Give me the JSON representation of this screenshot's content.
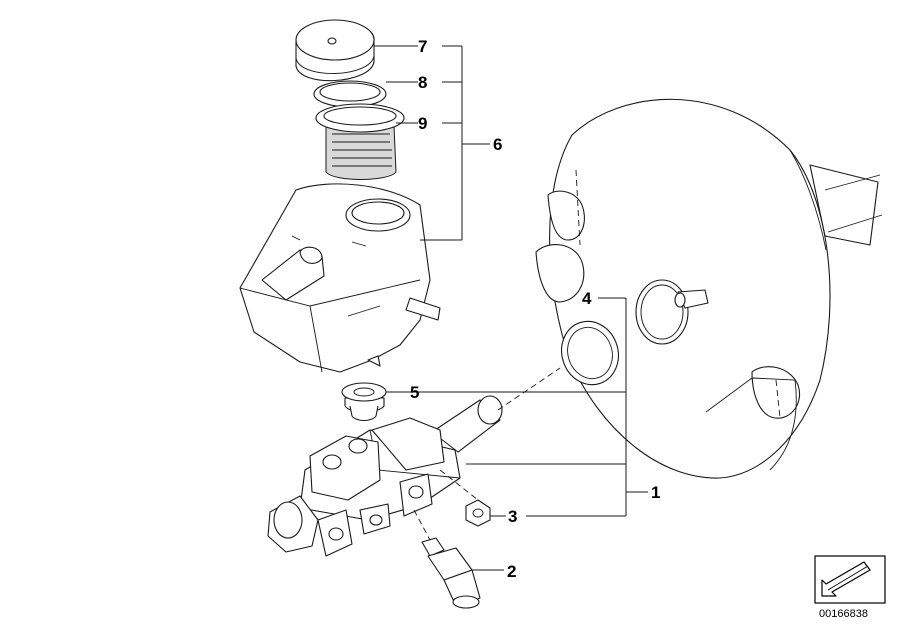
{
  "callouts": [
    "7",
    "8",
    "9",
    "6",
    "4",
    "5",
    "1",
    "3",
    "2"
  ],
  "document_id": "00166838",
  "icon": "arrow-logo-icon"
}
